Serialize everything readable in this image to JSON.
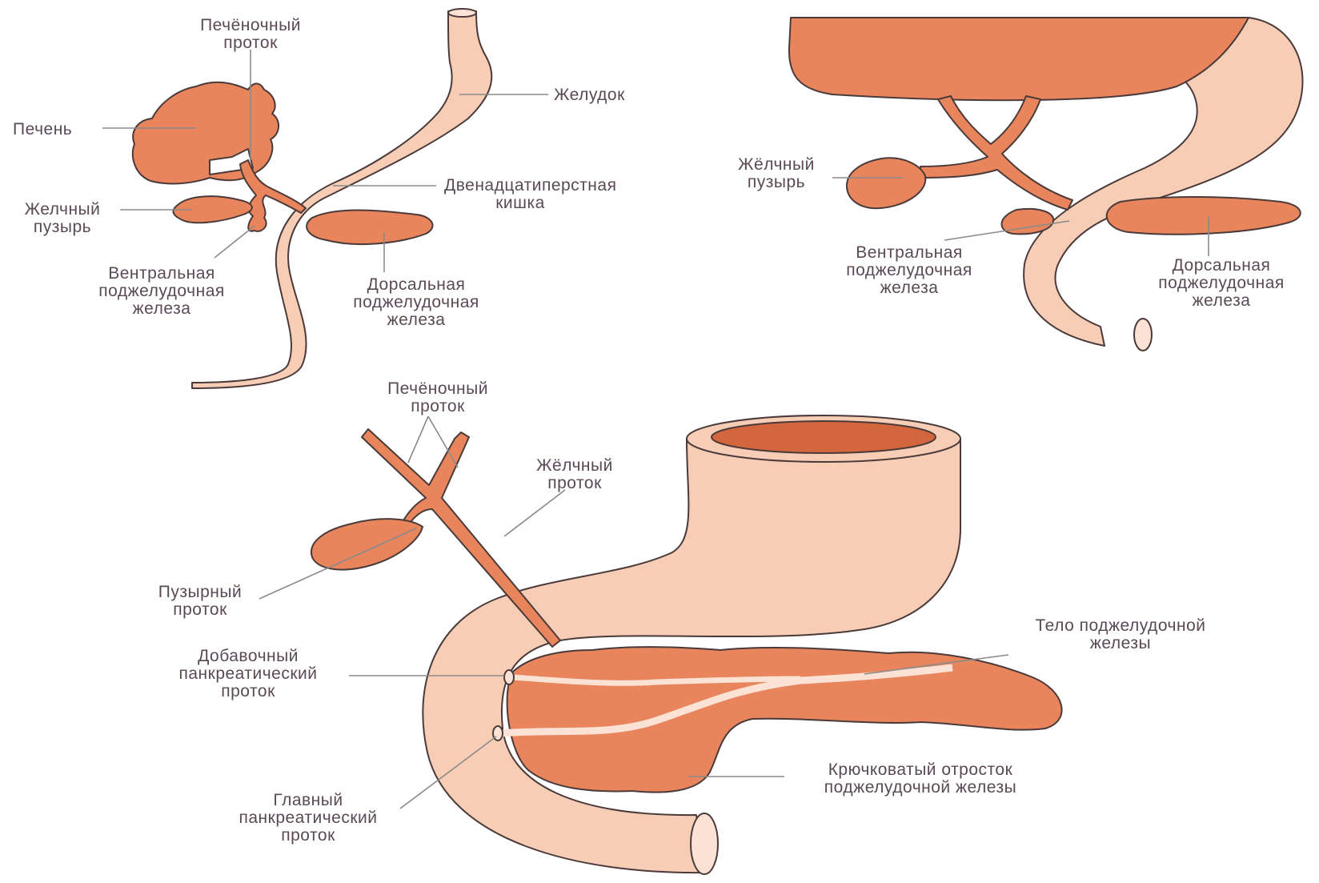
{
  "colors": {
    "organ": "#e8855d",
    "organ_dark": "#d4663e",
    "gut": "#f8cdb6",
    "gut_light": "#fbe2d4",
    "outline": "#4a3a3a",
    "leader": "#8a8a8a",
    "label": "#5a4a55"
  },
  "panel_a": {
    "hepatic_duct": [
      "Печёночный",
      "проток"
    ],
    "stomach": [
      "Желудок"
    ],
    "liver": [
      "Печень"
    ],
    "duodenum": [
      "Двенадцатиперстная",
      "кишка"
    ],
    "gallbladder": [
      "Желчный",
      "пузырь"
    ],
    "ventral_pancreas": [
      "Вентральная",
      "поджелудочная",
      "железа"
    ],
    "dorsal_pancreas": [
      "Дорсальная",
      "поджелудочная",
      "железа"
    ]
  },
  "panel_b": {
    "gallbladder": [
      "Жёлчный",
      "пузырь"
    ],
    "ventral_pancreas": [
      "Вентральная",
      "поджелудочная",
      "железа"
    ],
    "dorsal_pancreas": [
      "Дорсальная",
      "поджелудочная",
      "железа"
    ]
  },
  "panel_c": {
    "hepatic_duct": [
      "Печёночный",
      "проток"
    ],
    "bile_duct": [
      "Жёлчный",
      "проток"
    ],
    "cystic_duct": [
      "Пузырный",
      "проток"
    ],
    "pancreas_body": [
      "Тело поджелудочной",
      "железы"
    ],
    "accessory_duct": [
      "Добавочный",
      "панкреатический",
      "проток"
    ],
    "uncinate_process": [
      "Крючковатый отросток",
      "поджелудочной железы"
    ],
    "main_duct": [
      "Главный",
      "панкреатический",
      "проток"
    ]
  }
}
